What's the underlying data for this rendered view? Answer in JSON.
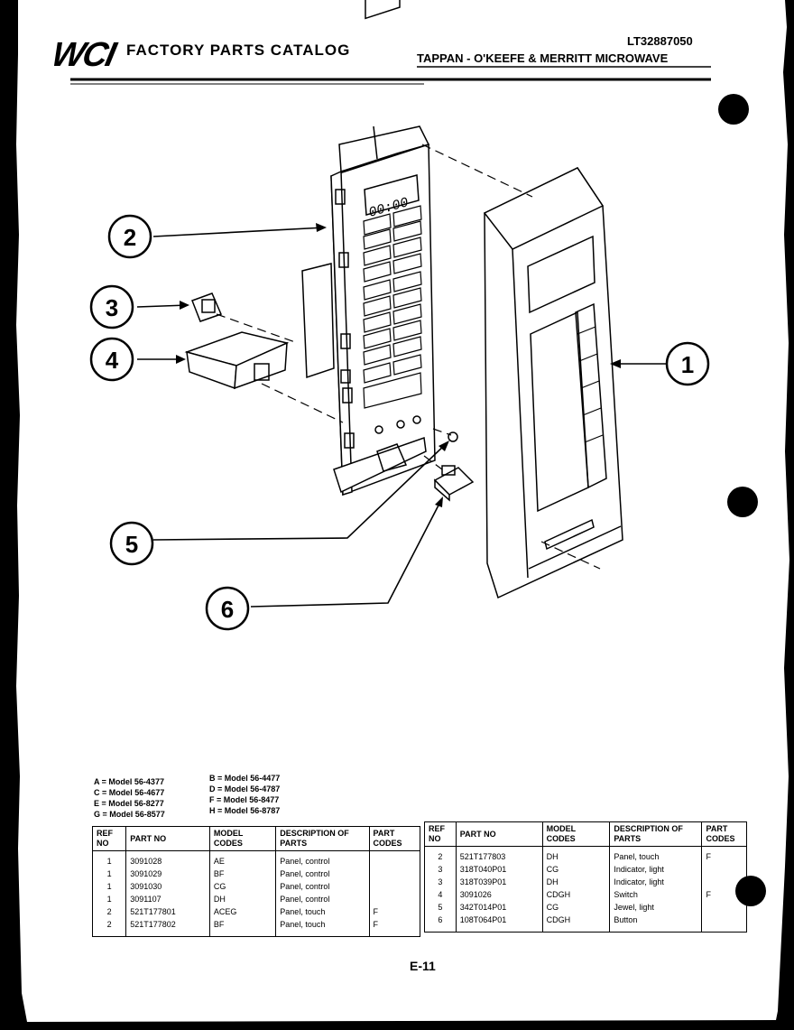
{
  "header": {
    "logo_text": "WCI",
    "catalog_title": "FACTORY PARTS CATALOG",
    "model_number": "LT32887050",
    "product_line": "TAPPAN - O'KEEFE & MERRITT MICROWAVE"
  },
  "callouts": [
    {
      "ref": "1"
    },
    {
      "ref": "2"
    },
    {
      "ref": "3"
    },
    {
      "ref": "4"
    },
    {
      "ref": "5"
    },
    {
      "ref": "6"
    }
  ],
  "display_readout": "00:00",
  "model_legend": {
    "left": [
      "A = Model 56-4377",
      "C = Model 56-4677",
      "E = Model 56-8277",
      "G = Model 56-8577"
    ],
    "right": [
      "B = Model 56-4477",
      "D = Model 56-4787",
      "F = Model 56-8477",
      "H = Model 56-8787"
    ]
  },
  "table": {
    "headers": [
      "REF NO",
      "PART NO",
      "MODEL CODES",
      "DESCRIPTION OF PARTS",
      "PART CODES"
    ],
    "left_rows": [
      [
        "1",
        "3091028",
        "AE",
        "Panel, control",
        ""
      ],
      [
        "1",
        "3091029",
        "BF",
        "Panel, control",
        ""
      ],
      [
        "1",
        "3091030",
        "CG",
        "Panel, control",
        ""
      ],
      [
        "1",
        "3091107",
        "DH",
        "Panel, control",
        ""
      ],
      [
        "2",
        "521T177801",
        "ACEG",
        "Panel, touch",
        "F"
      ],
      [
        "2",
        "521T177802",
        "BF",
        "Panel, touch",
        "F"
      ]
    ],
    "right_rows": [
      [
        "2",
        "521T177803",
        "DH",
        "Panel, touch",
        "F"
      ],
      [
        "3",
        "318T040P01",
        "CG",
        "Indicator, light",
        ""
      ],
      [
        "3",
        "318T039P01",
        "DH",
        "Indicator, light",
        ""
      ],
      [
        "4",
        "3091026",
        "CDGH",
        "Switch",
        "F"
      ],
      [
        "5",
        "342T014P01",
        "CG",
        "Jewel, light",
        ""
      ],
      [
        "6",
        "108T064P01",
        "CDGH",
        "Button",
        ""
      ]
    ]
  },
  "page_number": "E-11"
}
